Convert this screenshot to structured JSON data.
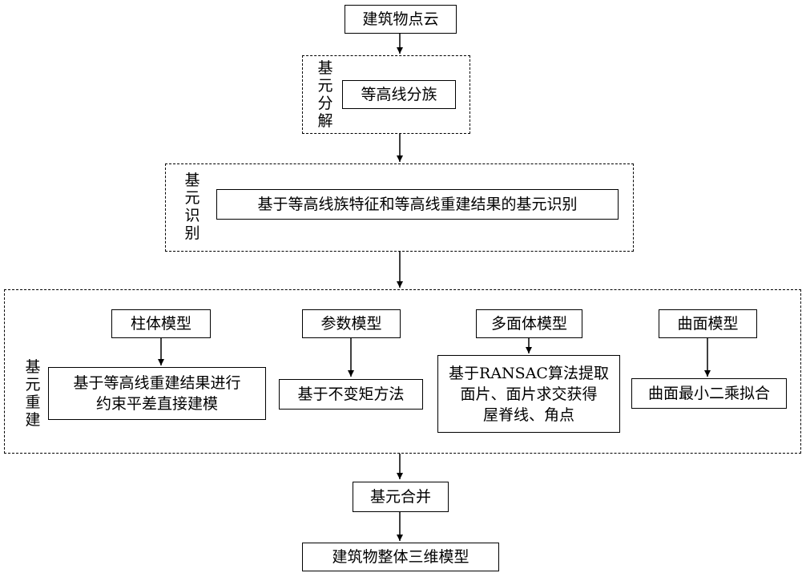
{
  "nodes": {
    "point_cloud": "建筑物点云",
    "contour_clustering": "等高线分族",
    "element_recognition": "基于等高线族特征和等高线重建结果的基元识别",
    "cylinder_model": "柱体模型",
    "parametric_model": "参数模型",
    "polyhedral_model": "多面体模型",
    "surface_model": "曲面模型",
    "cylinder_method": "基于等高线重建结果进行\n约束平差直接建模",
    "parametric_method": "基于不变矩方法",
    "polyhedral_method": "基于RANSAC算法提取\n面片、面片求交获得\n屋脊线、角点",
    "surface_method": "曲面最小二乘拟合",
    "element_merge": "基元合并",
    "final_model": "建筑物整体三维模型"
  },
  "groups": {
    "decomposition": [
      "基",
      "元",
      "分",
      "解"
    ],
    "recognition": [
      "基",
      "元",
      "识",
      "别"
    ],
    "reconstruction": [
      "基",
      "元",
      "重",
      "建"
    ]
  },
  "colors": {
    "line": "#000000",
    "background": "#ffffff"
  }
}
